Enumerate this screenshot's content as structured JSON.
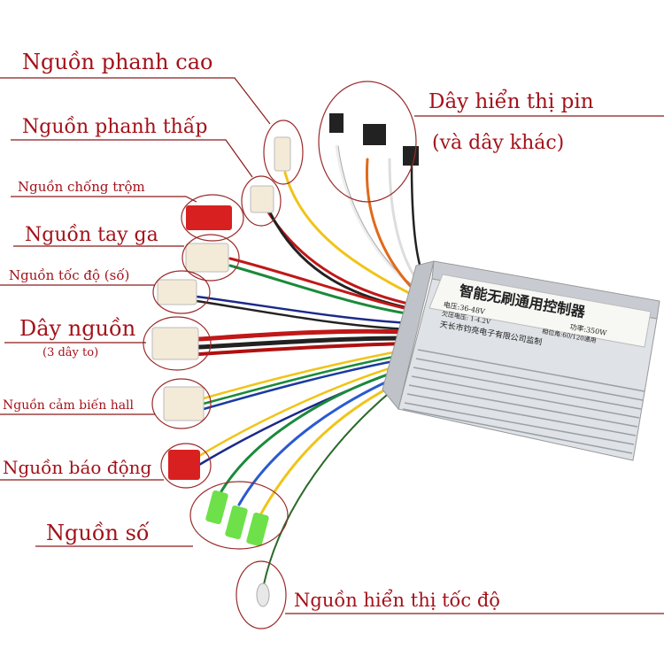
{
  "labels": {
    "brake_high": "Nguồn phanh cao",
    "brake_low": "Nguồn phanh thấp",
    "anti_theft": "Nguồn chống trộm",
    "throttle": "Nguồn tay ga",
    "speed_gear": "Nguồn tốc độ (số)",
    "power": "Dây nguồn",
    "power_note": "(3 dây to)",
    "hall_sensor": "Nguồn cảm biến hall",
    "alarm": "Nguồn báo động",
    "gear": "Nguồn số",
    "speed_display": "Nguồn hiển thị tốc độ",
    "battery_display": "Dây hiển thị pin",
    "battery_display_note": "(và dây khác)"
  },
  "controller_label": {
    "title": "智能无刷通用控制器",
    "voltage": "电压:36-48V",
    "power": "功率:350W",
    "undervoltage": "欠压电压: 1-4.2V",
    "phase": "相位角:60/120通用",
    "maker": "天长市钧亮电子有限公司监制"
  },
  "colors": {
    "label_text": "#a3121a",
    "controller": "#d9dde2"
  }
}
